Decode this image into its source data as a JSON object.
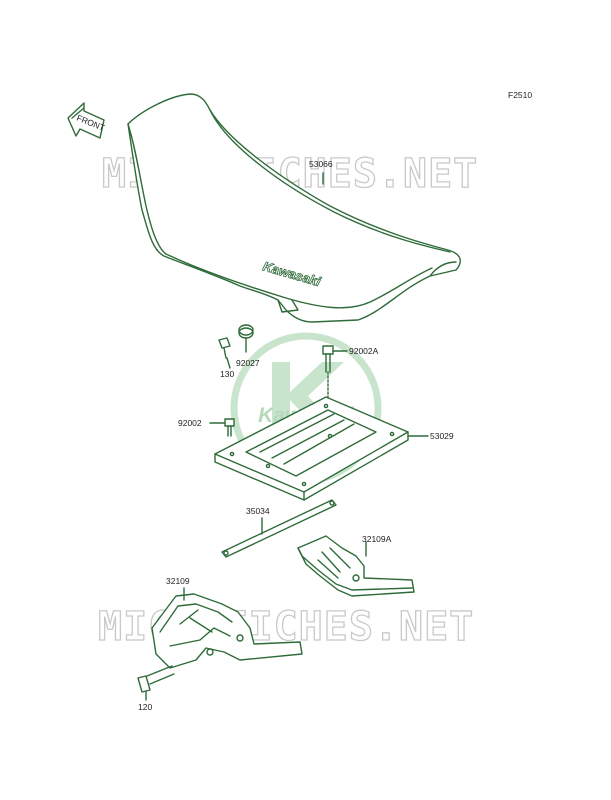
{
  "diagram": {
    "figure_code": "F2510",
    "front_label": "FRONT",
    "seat_brand": "Kawasaki",
    "watermark_text": "MICROFICHES.NET",
    "logo_text": "Kawasaki",
    "ink_color": "#2f6b3a",
    "watermark_color": "#c9c9c9",
    "logo_color": "#bfe0c4"
  },
  "parts": [
    {
      "ref": "53066",
      "name": "seat"
    },
    {
      "ref": "92027",
      "name": "collar"
    },
    {
      "ref": "130",
      "name": "bolt"
    },
    {
      "ref": "92002A",
      "name": "bolt"
    },
    {
      "ref": "92002",
      "name": "bolt"
    },
    {
      "ref": "53029",
      "name": "seat-base-plate"
    },
    {
      "ref": "35034",
      "name": "strap"
    },
    {
      "ref": "32109A",
      "name": "bracket-right"
    },
    {
      "ref": "32109",
      "name": "bracket-left"
    },
    {
      "ref": "120",
      "name": "bolt"
    }
  ]
}
